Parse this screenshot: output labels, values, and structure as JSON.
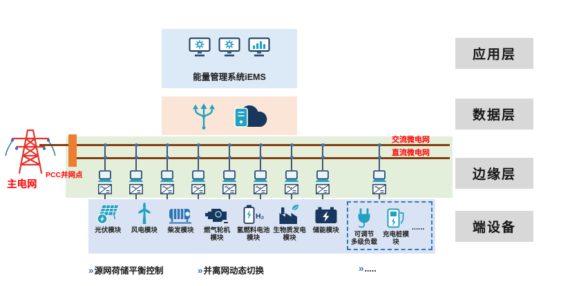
{
  "colors": {
    "teal_accent": "#21a0c0",
    "navy_accent": "#17375e",
    "red_text": "#ff0000",
    "pcc_orange": "#ed7d31",
    "bus_line": "#843c0c",
    "connection_dot": "#2e75b6",
    "layer_gray_bg": "#d8d8d8",
    "app_layer_bg": "#dce9f6",
    "data_layer_bg": "#fbe5d6",
    "edge_layer_bg": "#e4efdb",
    "device_layer_bg": "#dae3f3"
  },
  "layers": {
    "app": "应用层",
    "data": "数据层",
    "edge": "边缘层",
    "device": "端设备"
  },
  "ems": {
    "title": "能量管理系统iEMS"
  },
  "grid": {
    "main_grid": "主电网",
    "pcc": "PCC并网点",
    "ac_bus": "交流微电网",
    "dc_bus": "直流微电网"
  },
  "icons": {
    "hydrogen_text": "H₂"
  },
  "modules": [
    {
      "label": "光伏模块"
    },
    {
      "label": "风电模块"
    },
    {
      "label": "柴发模块"
    },
    {
      "label": "燃气轮机\n模块"
    },
    {
      "label": "氢燃料电池\n模块"
    },
    {
      "label": "生物质发电\n模块"
    },
    {
      "label": "储能模块"
    }
  ],
  "flexible_modules": [
    {
      "label": "可调节\n多级负载"
    },
    {
      "label": "充电桩模块"
    },
    {
      "label": "......"
    }
  ],
  "notes": [
    {
      "marker": "»",
      "text": "源网荷储平衡控制"
    },
    {
      "marker": "»",
      "text": "并离网动态切换"
    },
    {
      "marker": "»",
      "text": "....."
    }
  ]
}
